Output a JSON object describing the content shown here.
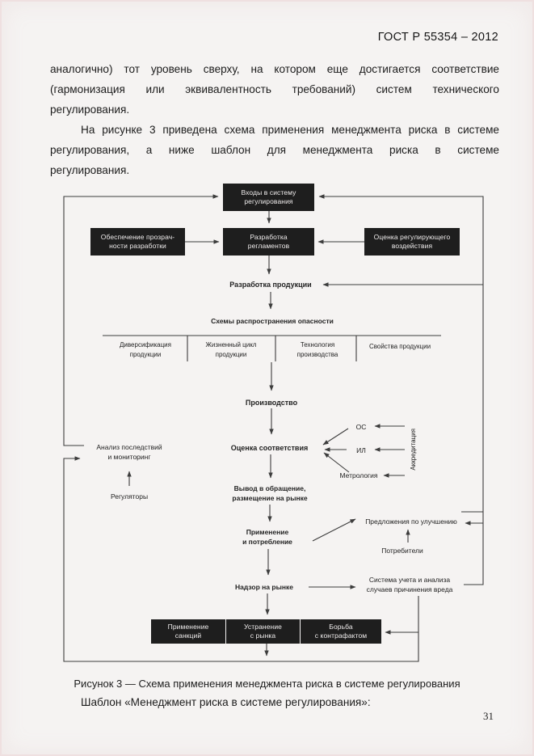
{
  "page": {
    "header": "ГОСТ Р 55354 – 2012",
    "page_number": "31"
  },
  "paragraphs": {
    "line1": "аналогично) тот уровень сверху, на котором еще достигается соответствие",
    "line2": "(гармонизация или эквивалентность требований) систем технического",
    "line3": "регулирования.",
    "line4": "На рисунке 3 приведена схема применения менеджмента риска в системе",
    "line5": "регулирования, а ниже шаблон для менеджмента риска в системе",
    "line6": "регулирования."
  },
  "figure": {
    "caption": "Рисунок 3 — Схема применения менеджмента риска в системе регулирования",
    "after_caption": "Шаблон «Менеджмент риска в системе регулирования»:",
    "boxes": {
      "inputs": "Входы в систему\nрегулирования",
      "transparency": "Обеспечение прозрач-\nности разработки",
      "regulations": "Разработка\nрегламентов",
      "impact": "Оценка регулирующего\nвоздействия",
      "sanctions": "Применение\nсанкций",
      "withdrawal": "Устранение\nс рынка",
      "counterfeit": "Борьба\nс контрафактом"
    },
    "labels": {
      "product_dev": "Разработка продукции",
      "hazard": "Схемы распространения опасности",
      "col1": "Диверсификация\nпродукции",
      "col2": "Жизненный цикл\nпродукции",
      "col3": "Технология\nпроизводства",
      "col4": "Свойства продукции",
      "production": "Производство",
      "conformity": "Оценка соответствия",
      "os": "ОС",
      "il": "ИЛ",
      "metrology": "Метрология",
      "accreditation": "Аккредитация",
      "analysis": "Анализ последствий\nи мониторинг",
      "regulators": "Регуляторы",
      "release": "Вывод в обращение,\nразмещение на рынке",
      "use": "Применение\nи потребление",
      "proposals": "Предложения по улучшению",
      "consumers": "Потребители",
      "surveillance": "Надзор на рынке",
      "accounting": "Система учета и анализа\nслучаев причинения вреда"
    }
  },
  "colors": {
    "box_bg": "#1e1e1e",
    "line": "#3c3c3c",
    "page_bg": "#f5f3f2"
  }
}
